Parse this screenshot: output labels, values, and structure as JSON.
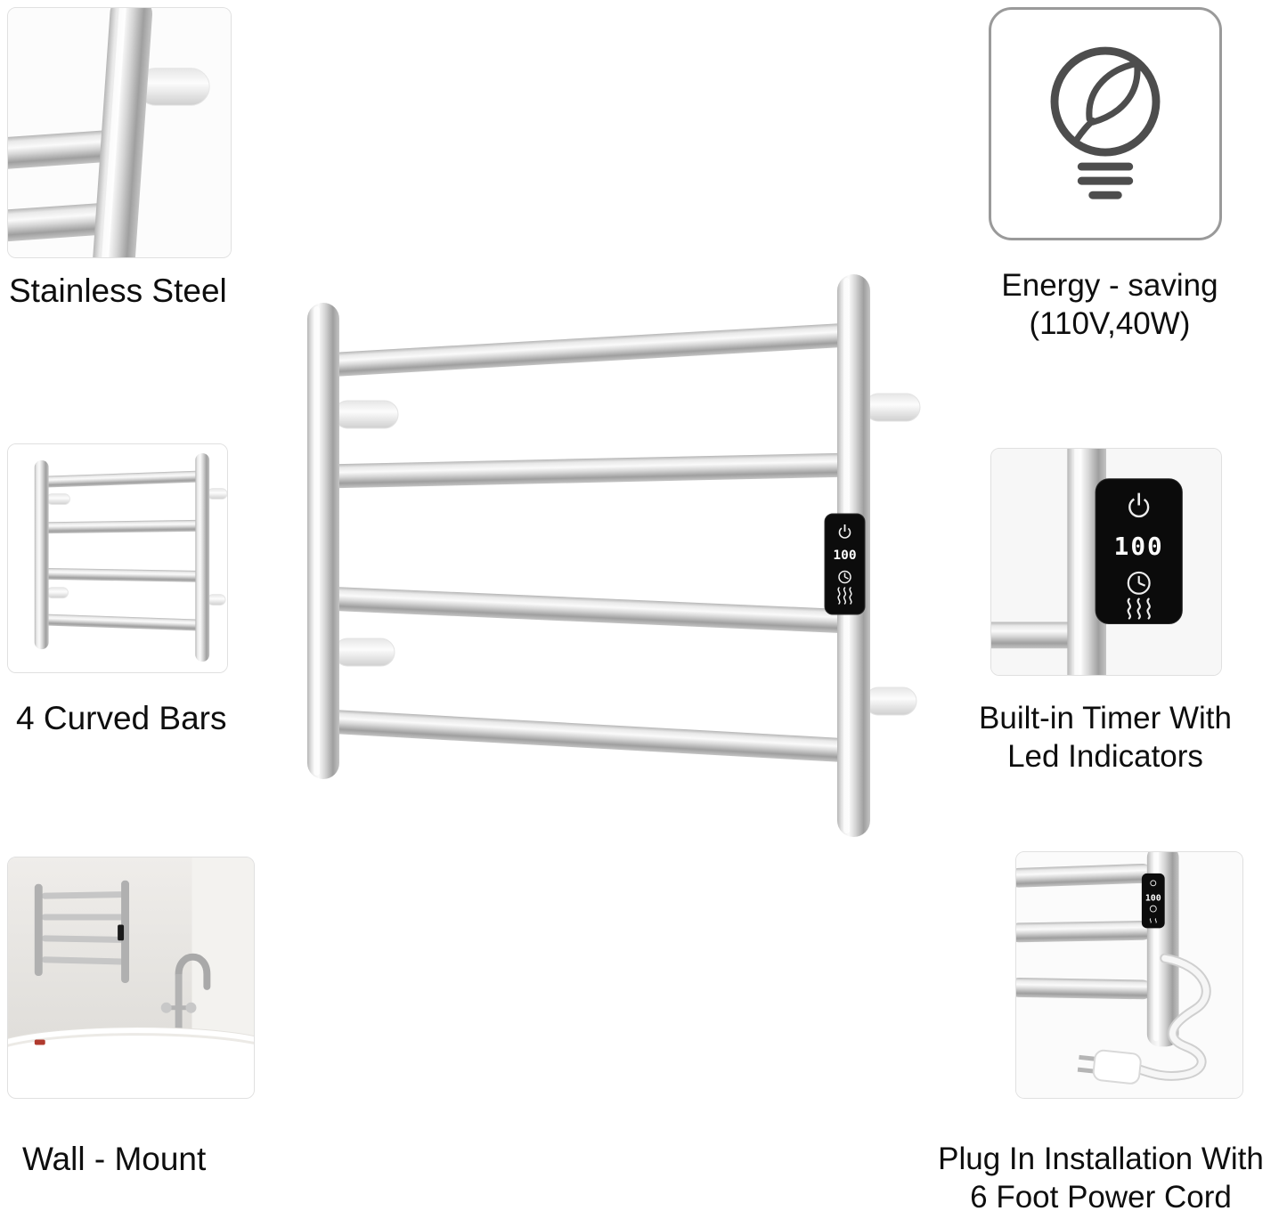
{
  "colors": {
    "background": "#ffffff",
    "label_text": "#0e0e0e",
    "icon_gray": "#4d4d4d",
    "panel_black": "#0c0c0c",
    "led_white": "#f5f5f5",
    "steel_light": "#fafafa",
    "steel_dark": "#9f9f9f"
  },
  "display": {
    "value": "100",
    "icons": [
      "power-icon",
      "clock-icon",
      "heat-icon"
    ]
  },
  "features": {
    "stainless_steel": {
      "label": "Stainless Steel"
    },
    "energy_saving": {
      "line1": "Energy - saving",
      "line2": "(110V,40W)",
      "icon": "lightbulb-leaf-icon"
    },
    "curved_bars": {
      "label": "4 Curved Bars"
    },
    "timer": {
      "line1": "Built-in Timer With",
      "line2": "Led Indicators"
    },
    "wall_mount": {
      "label": "Wall - Mount"
    },
    "plug_in": {
      "line1": "Plug In Installation With",
      "line2": "6 Foot Power Cord"
    }
  }
}
